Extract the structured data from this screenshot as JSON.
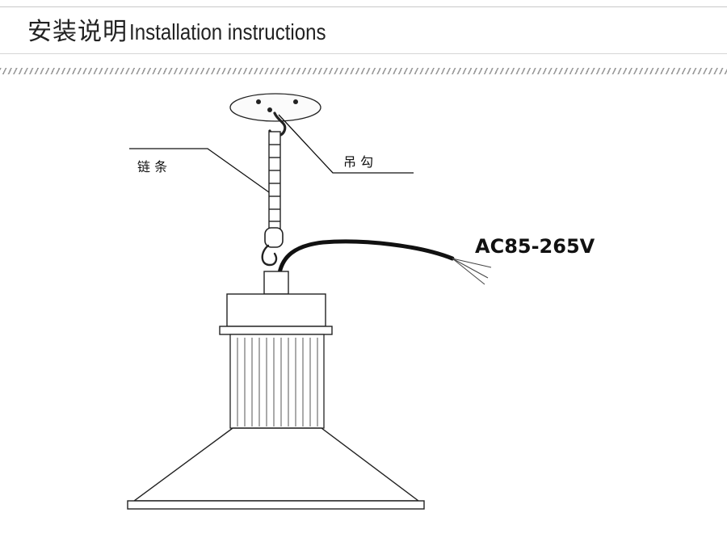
{
  "header": {
    "title_cn": "安装说明",
    "title_en": "Installation instructions"
  },
  "diagram": {
    "label_chain": "链 条",
    "label_hook": "吊 勾",
    "label_voltage": "AC85-265V"
  }
}
